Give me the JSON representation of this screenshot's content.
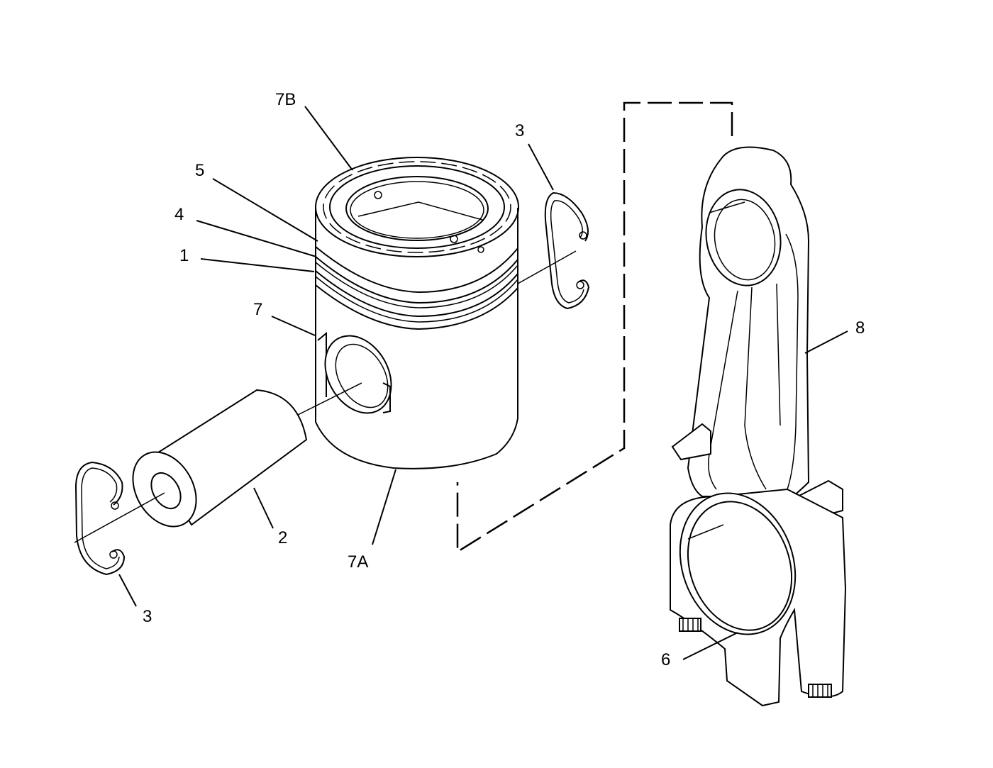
{
  "callouts": {
    "c7B": "7B",
    "c5": "5",
    "c4": "4",
    "c1": "1",
    "c7": "7",
    "c3_top": "3",
    "c8": "8",
    "c2": "2",
    "c7A": "7A",
    "c3_bottom": "3",
    "c6": "6"
  }
}
